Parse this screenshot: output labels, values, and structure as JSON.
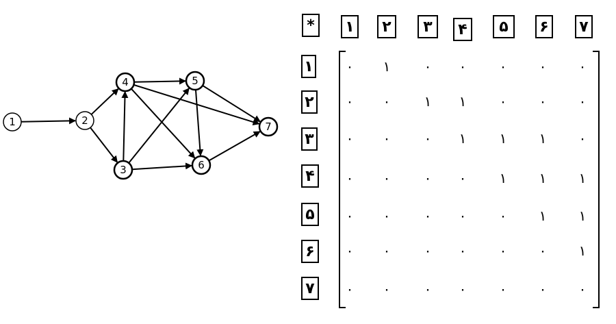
{
  "graph": {
    "nodes": [
      "1",
      "2",
      "3",
      "4",
      "5",
      "6",
      "7"
    ],
    "edges": [
      [
        "1",
        "2"
      ],
      [
        "2",
        "4"
      ],
      [
        "2",
        "3"
      ],
      [
        "3",
        "4"
      ],
      [
        "3",
        "5"
      ],
      [
        "3",
        "6"
      ],
      [
        "4",
        "5"
      ],
      [
        "4",
        "6"
      ],
      [
        "4",
        "7"
      ],
      [
        "5",
        "6"
      ],
      [
        "5",
        "7"
      ],
      [
        "6",
        "7"
      ]
    ]
  },
  "matrix": {
    "corner": "*",
    "col_headers": [
      "۱",
      "۲",
      "۳",
      "۴",
      "۵",
      "۶",
      "۷"
    ],
    "row_headers": [
      "۱",
      "۲",
      "۳",
      "۴",
      "۵",
      "۶",
      "۷"
    ],
    "cells": [
      [
        "۰",
        "۱",
        "۰",
        "۰",
        "۰",
        "۰",
        "۰"
      ],
      [
        "۰",
        "۰",
        "۱",
        "۱",
        "۰",
        "۰",
        "۰"
      ],
      [
        "۰",
        "۰",
        "۰",
        "۱",
        "۱",
        "۱",
        "۰"
      ],
      [
        "۰",
        "۰",
        "۰",
        "۰",
        "۱",
        "۱",
        "۱"
      ],
      [
        "۰",
        "۰",
        "۰",
        "۰",
        "۰",
        "۱",
        "۱"
      ],
      [
        "۰",
        "۰",
        "۰",
        "۰",
        "۰",
        "۰",
        "۱"
      ],
      [
        "۰",
        "۰",
        "۰",
        "۰",
        "۰",
        "۰",
        "۰"
      ]
    ]
  }
}
